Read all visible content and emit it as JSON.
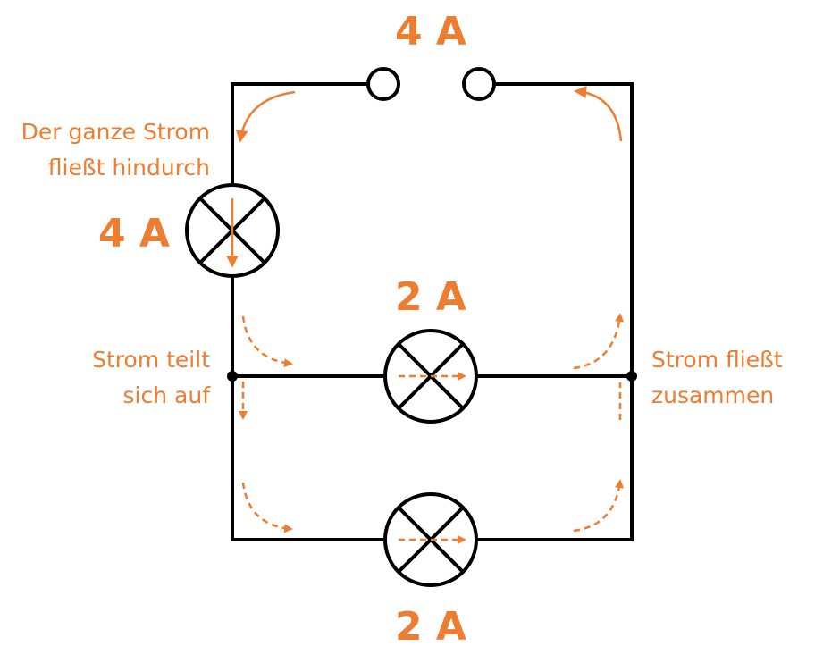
{
  "colors": {
    "wire": "#000000",
    "accent": "#ED7D31",
    "background": "#FFFFFF"
  },
  "labels": {
    "source_current": "4 A",
    "lamp_series_current": "4 A",
    "lamp_middle_current": "2 A",
    "lamp_bottom_current": "2 A"
  },
  "annotations": {
    "series_note_line1": "Der ganze Strom",
    "series_note_line2": "fließt hindurch",
    "split_note_line1": "Strom teilt",
    "split_note_line2": "sich auf",
    "merge_note_line1": "Strom fließt",
    "merge_note_line2": "zusammen"
  },
  "components": [
    {
      "type": "terminal",
      "name": "terminal-left"
    },
    {
      "type": "terminal",
      "name": "terminal-right"
    },
    {
      "type": "lamp",
      "name": "lamp-series"
    },
    {
      "type": "lamp",
      "name": "lamp-parallel-middle"
    },
    {
      "type": "lamp",
      "name": "lamp-parallel-bottom"
    },
    {
      "type": "junction",
      "name": "junction-left"
    },
    {
      "type": "junction",
      "name": "junction-right"
    }
  ]
}
